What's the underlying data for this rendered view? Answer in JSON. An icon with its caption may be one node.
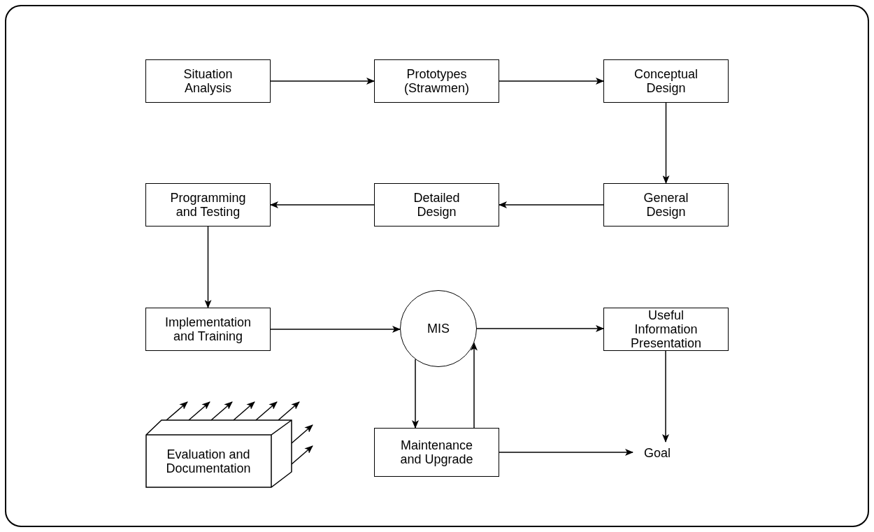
{
  "diagram": {
    "nodes": [
      {
        "text": [
          "Situation Analysis"
        ]
      },
      {
        "text": [
          "Prototypes (Strawmen)"
        ]
      },
      {
        "text": [
          "Conceptual Design"
        ]
      },
      {
        "text": [
          "General Design"
        ]
      },
      {
        "text": [
          "Detailed Design"
        ]
      },
      {
        "text": [
          "Programming and Testing"
        ]
      },
      {
        "text": [
          "Implementation and Training"
        ]
      },
      {
        "text": [
          "MIS"
        ]
      },
      {
        "text": [
          "Useful Information Presentation"
        ]
      },
      {
        "text": [
          "Evaluation and Documentation"
        ]
      },
      {
        "text": [
          "Maintenance and Upgrade"
        ]
      },
      {
        "text": [
          "Goal"
        ]
      }
    ],
    "edges": [
      {
        "from": 0,
        "to": 1,
        "arrow": "to"
      },
      {
        "from": 1,
        "to": 2,
        "arrow": "to"
      },
      {
        "from": 2,
        "to": 3,
        "arrow": "to"
      },
      {
        "from": 3,
        "to": 4,
        "arrow": "to"
      },
      {
        "from": 4,
        "to": 5,
        "arrow": "to"
      },
      {
        "from": 5,
        "to": 6,
        "arrow": "to"
      },
      {
        "from": 6,
        "to": 7,
        "arrow": "to"
      },
      {
        "from": 7,
        "to": 8,
        "arrow": "to"
      },
      {
        "from": 8,
        "to": 11,
        "arrow": "to"
      },
      {
        "from": 7,
        "to": 10,
        "arrow": "to"
      },
      {
        "from": 10,
        "to": 7,
        "arrow": "to"
      },
      {
        "from": 10,
        "to": 11,
        "arrow": "to"
      },
      {
        "from": 9,
        "to": null,
        "arrow": "to"
      },
      {
        "from": 9,
        "to": null,
        "arrow": "to"
      },
      {
        "from": 9,
        "to": null,
        "arrow": "to"
      },
      {
        "from": 9,
        "to": null,
        "arrow": "to"
      },
      {
        "from": 9,
        "to": null,
        "arrow": "to"
      },
      {
        "from": 9,
        "to": null,
        "arrow": "to"
      },
      {
        "from": 9,
        "to": null,
        "arrow": "to"
      },
      {
        "from": 9,
        "to": null,
        "arrow": "to"
      }
    ]
  }
}
